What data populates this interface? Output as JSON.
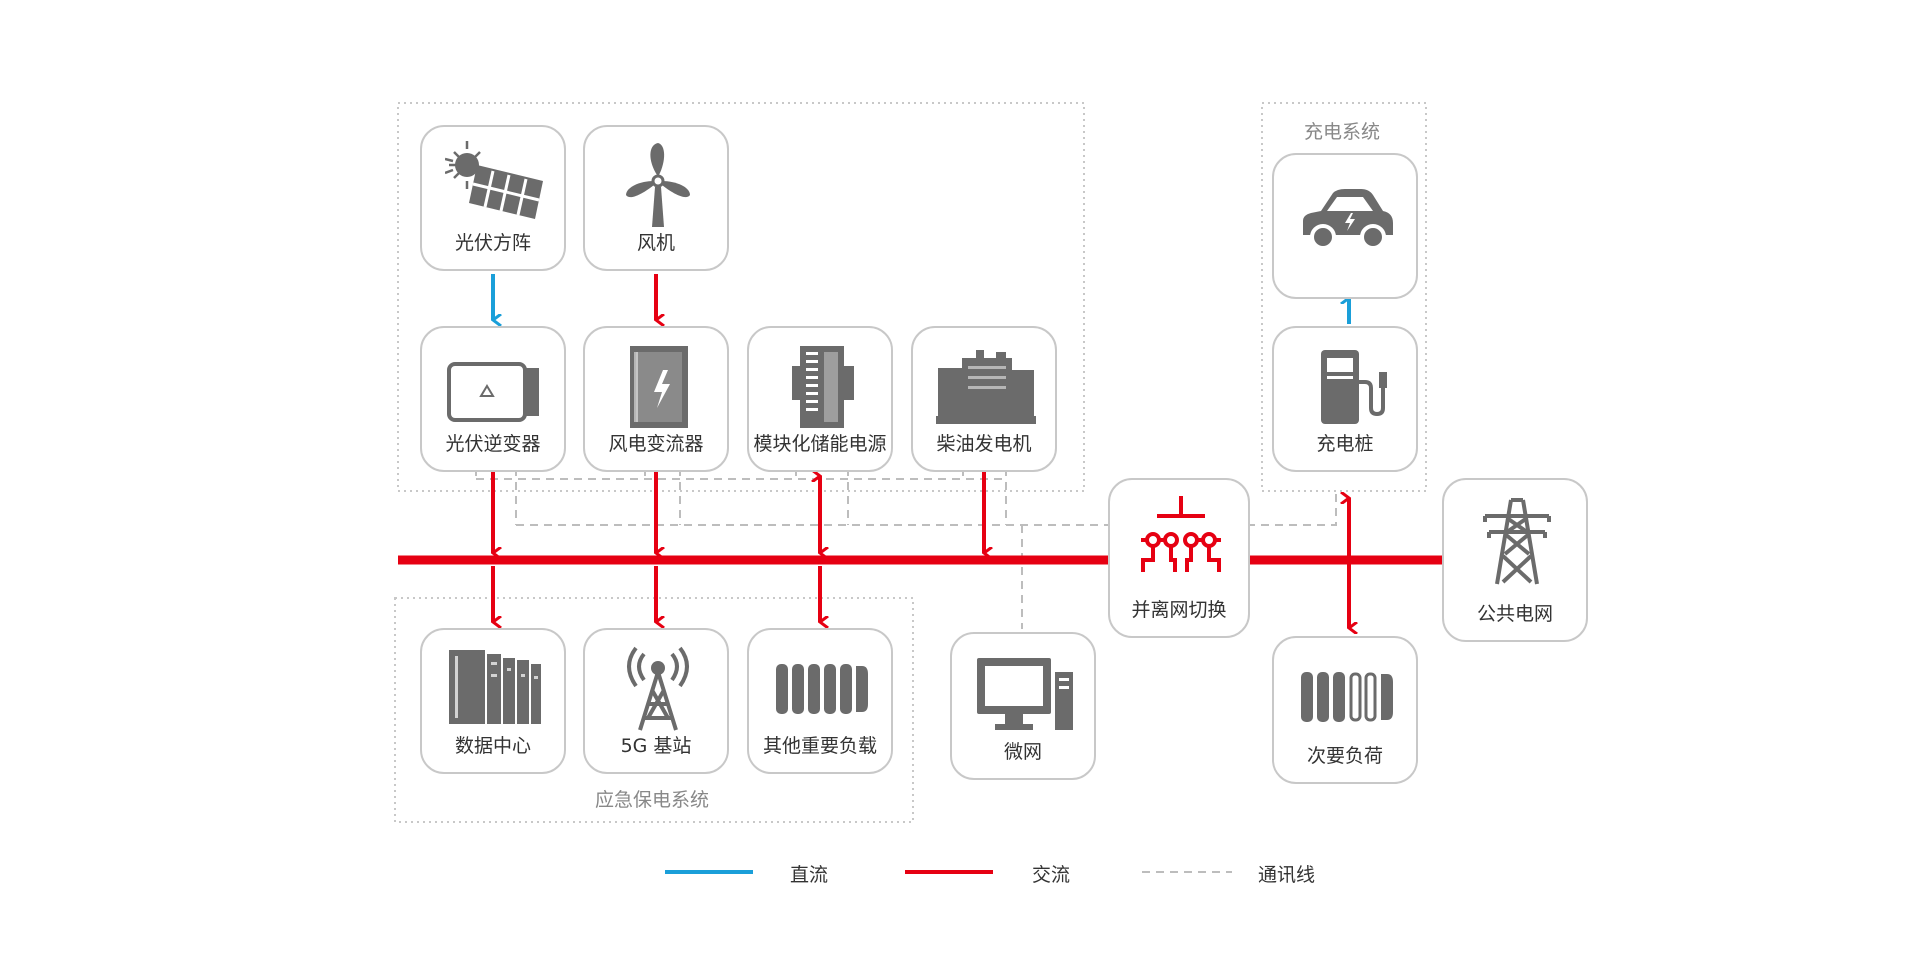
{
  "colors": {
    "dc": "#1a9fd9",
    "ac": "#e60012",
    "comm": "#bdbdbd",
    "icon": "#6b6b6b",
    "border": "#c8c8c8"
  },
  "groups": {
    "charging": "充电系统",
    "emergency": "应急保电系统"
  },
  "nodes": {
    "pv_array": {
      "label": "光伏方阵",
      "icon": "solar-panel-icon"
    },
    "wind_turbine": {
      "label": "风机",
      "icon": "wind-turbine-icon"
    },
    "pv_inverter": {
      "label": "光伏逆变器",
      "icon": "inverter-icon"
    },
    "wind_converter": {
      "label": "风电变流器",
      "icon": "converter-cabinet-icon"
    },
    "storage": {
      "label": "模块化储能电源",
      "icon": "storage-rack-icon"
    },
    "diesel": {
      "label": "柴油发电机",
      "icon": "generator-icon"
    },
    "ev": {
      "label": "",
      "icon": "electric-car-icon"
    },
    "charger": {
      "label": "充电桩",
      "icon": "charging-pile-icon"
    },
    "switch": {
      "label": "并离网切换",
      "icon": "grid-switch-icon"
    },
    "public_grid": {
      "label": "公共电网",
      "icon": "transmission-tower-icon"
    },
    "datacenter": {
      "label": "数据中心",
      "icon": "server-rack-icon"
    },
    "base_station": {
      "label": "5G 基站",
      "icon": "cell-tower-icon"
    },
    "important_load": {
      "label": "其他重要负载",
      "icon": "battery-load-icon"
    },
    "microgrid": {
      "label": "微网",
      "icon": "computer-icon"
    },
    "secondary_load": {
      "label": "次要负荷",
      "icon": "battery-half-icon"
    }
  },
  "legend": {
    "dc": "直流",
    "ac": "交流",
    "comm": "通讯线"
  }
}
